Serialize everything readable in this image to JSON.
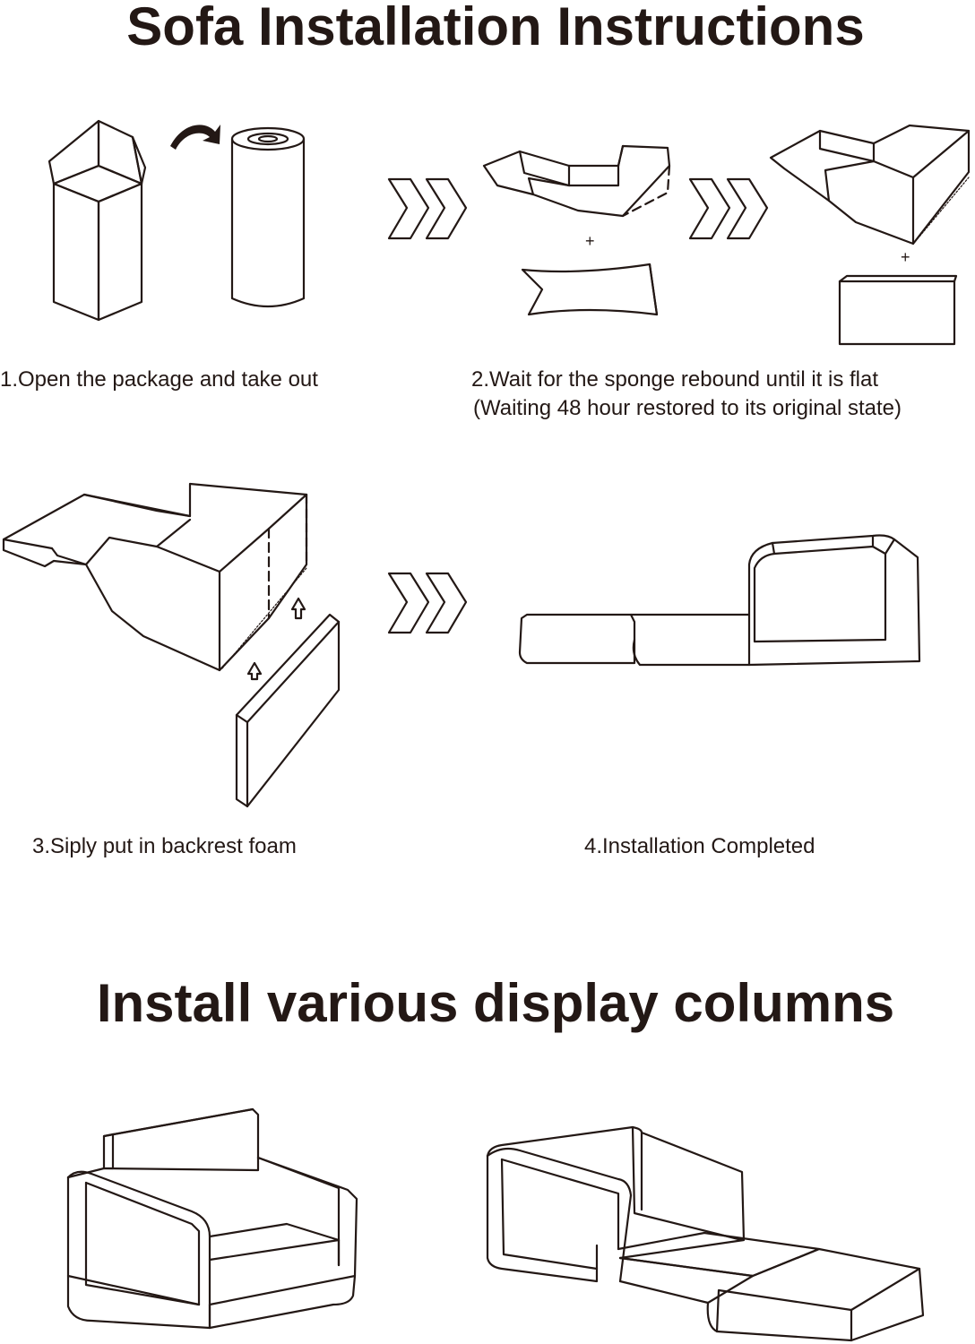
{
  "main_title": "Sofa Installation Instructions",
  "steps": [
    {
      "caption": "1.Open the package and take out"
    },
    {
      "caption": "2.Wait for the sponge rebound until it is flat",
      "subcaption": "(Waiting 48 hour restored to its original state)"
    },
    {
      "caption": "3.Siply put in backrest foam"
    },
    {
      "caption": "4.Installation Completed"
    }
  ],
  "section_title": "Install various display columns",
  "plus_sign": "+"
}
